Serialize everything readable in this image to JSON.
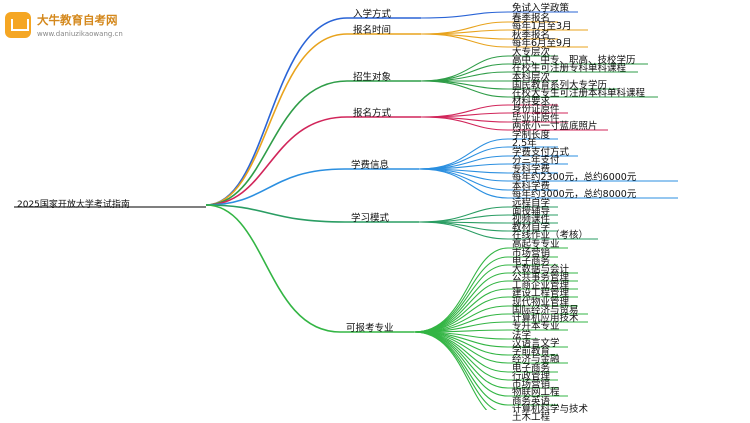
{
  "logo": {
    "title": "大牛教育自考网",
    "subtitle": "www.daniuzikaowang.cn"
  },
  "root": {
    "label": "2025国家开放大学考试指南"
  },
  "branches": [
    {
      "label": "入学方式",
      "color": "#2a64d6",
      "leaves": [
        "免试入学政策"
      ]
    },
    {
      "label": "报名时间",
      "color": "#e8a31d",
      "leaves": [
        "春季报名",
        "每年1月至3月",
        "秋季报名",
        "每年6月至9月"
      ]
    },
    {
      "label": "招生对象",
      "color": "#2f9d48",
      "leaves": [
        "大专层次",
        "高中、中专、职高、技校学历",
        "在校生可注册专科单科课程",
        "本科层次",
        "国民教育系列大专学历",
        "在校大专生可注册本科单科课程"
      ]
    },
    {
      "label": "报名方式",
      "color": "#d1255a",
      "leaves": [
        "材料要求",
        "身份证原件",
        "毕业证原件",
        "两张小一寸蓝底照片"
      ]
    },
    {
      "label": "学费信息",
      "color": "#2b8fe0",
      "leaves": [
        "学制长度",
        "2.5年",
        "学费支付方式",
        "分三年支付",
        "专科学费",
        "每年约2300元，总约6000元",
        "本科学费",
        "每年约3000元，总约8000元"
      ]
    },
    {
      "label": "学习模式",
      "color": "#2a9d63",
      "leaves": [
        "远程自学",
        "面授辅导",
        "视频课件",
        "教材自学",
        "在线作业（考核）"
      ]
    },
    {
      "label": "可报考专业",
      "color": "#33b544",
      "leaves": [
        "高起专专业",
        "市场营销",
        "电子商务",
        "大数据与会计",
        "公共事务管理",
        "工商企业管理",
        "建设工程管理",
        "现代物业管理",
        "国际经济与贸易",
        "计算机应用技术",
        "专升本专业",
        "法学",
        "汉语言文学",
        "学前教育",
        "经济与金融",
        "电子商务",
        "行政管理",
        "市场营销",
        "物联网工程",
        "商务英语",
        "计算机科学与技术",
        "土木工程"
      ]
    }
  ]
}
